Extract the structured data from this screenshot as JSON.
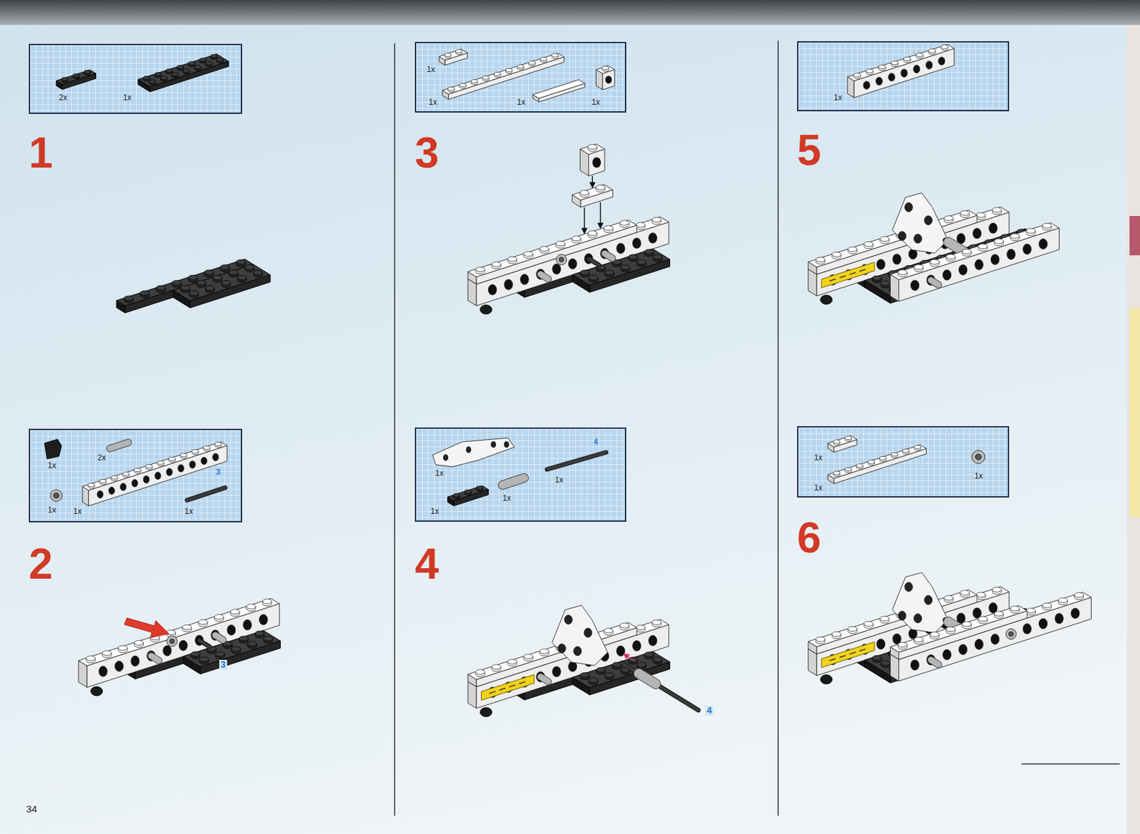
{
  "diagram": {
    "nodes": [
      {
        "text": [
          "2x",
          "1x"
        ]
      },
      {
        "text": [
          "1x",
          "2x",
          "3",
          "1x",
          "1x",
          "1x"
        ]
      },
      {
        "text": [
          "1x",
          "1x",
          "1x",
          "1x"
        ]
      },
      {
        "text": [
          "4",
          "1x",
          "1x",
          "1x",
          "1x"
        ]
      },
      {
        "text": [
          "1x"
        ]
      },
      {
        "text": [
          "1x",
          "1x",
          "1x"
        ]
      }
    ],
    "labels": [
      "1",
      "2",
      "3",
      "3",
      "4",
      "4",
      "5",
      "6",
      "34"
    ]
  }
}
